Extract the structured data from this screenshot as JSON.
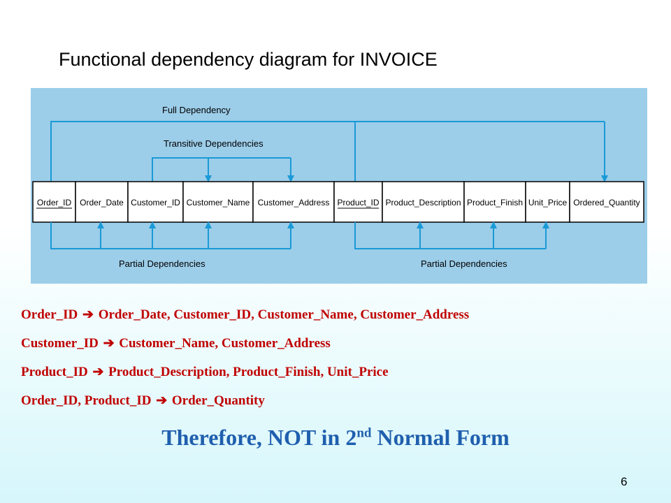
{
  "slide": {
    "title": "Functional dependency diagram for INVOICE",
    "page_number": "6"
  },
  "diagram": {
    "attributes": [
      {
        "label": "Order_ID",
        "key": true
      },
      {
        "label": "Order_Date",
        "key": false
      },
      {
        "label": "Customer_ID",
        "key": false
      },
      {
        "label": "Customer_Name",
        "key": false
      },
      {
        "label": "Customer_Address",
        "key": false
      },
      {
        "label": "Product_ID",
        "key": true
      },
      {
        "label": "Product_Description",
        "key": false
      },
      {
        "label": "Product_Finish",
        "key": false
      },
      {
        "label": "Unit_Price",
        "key": false
      },
      {
        "label": "Ordered_Quantity",
        "key": false
      }
    ],
    "labels": {
      "full": "Full Dependency",
      "transitive": "Transitive Dependencies",
      "partial_left": "Partial Dependencies",
      "partial_right": "Partial Dependencies"
    },
    "colors": {
      "panel": "#9ccde9",
      "lines": "#1a9ad6",
      "cell_fill": "#ffffff",
      "cell_border": "#000000"
    }
  },
  "dependencies": [
    {
      "lhs": "Order_ID",
      "rhs": "Order_Date, Customer_ID, Customer_Name, Customer_Address"
    },
    {
      "lhs": "Customer_ID",
      "rhs": "Customer_Name, Customer_Address"
    },
    {
      "lhs": "Product_ID",
      "rhs": "Product_Description, Product_Finish, Unit_Price"
    },
    {
      "lhs": "Order_ID, Product_ID",
      "rhs": "Order_Quantity"
    }
  ],
  "arrow_symbol": "➔",
  "conclusion": {
    "before_sup": "Therefore, NOT in 2",
    "sup": "nd",
    "after_sup": " Normal Form"
  }
}
